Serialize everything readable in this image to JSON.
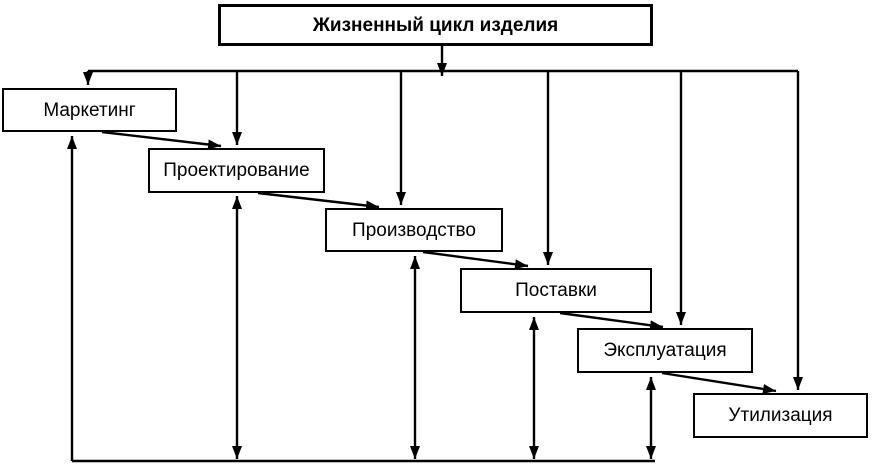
{
  "diagram": {
    "title": "Жизненный цикл изделия",
    "nodes": [
      {
        "id": "marketing",
        "label": "Маркетинг"
      },
      {
        "id": "design",
        "label": "Проектирование"
      },
      {
        "id": "production",
        "label": "Производство"
      },
      {
        "id": "supply",
        "label": "Поставки"
      },
      {
        "id": "operation",
        "label": "Эксплуатация"
      },
      {
        "id": "disposal",
        "label": "Утилизация"
      }
    ],
    "edges": [
      {
        "from": "title",
        "to": "top-bus",
        "type": "arrow"
      },
      {
        "from": "top-bus",
        "to": "marketing",
        "type": "arrow"
      },
      {
        "from": "top-bus",
        "to": "design",
        "type": "arrow"
      },
      {
        "from": "top-bus",
        "to": "production",
        "type": "arrow"
      },
      {
        "from": "top-bus",
        "to": "supply",
        "type": "arrow"
      },
      {
        "from": "top-bus",
        "to": "operation",
        "type": "arrow"
      },
      {
        "from": "top-bus",
        "to": "disposal",
        "type": "arrow"
      },
      {
        "from": "marketing",
        "to": "design",
        "type": "arrow"
      },
      {
        "from": "design",
        "to": "production",
        "type": "arrow"
      },
      {
        "from": "production",
        "to": "supply",
        "type": "arrow"
      },
      {
        "from": "supply",
        "to": "operation",
        "type": "arrow"
      },
      {
        "from": "operation",
        "to": "disposal",
        "type": "arrow"
      },
      {
        "from": "design",
        "to": "bottom-bus",
        "type": "double-arrow"
      },
      {
        "from": "production",
        "to": "bottom-bus",
        "type": "double-arrow"
      },
      {
        "from": "supply",
        "to": "bottom-bus",
        "type": "double-arrow"
      },
      {
        "from": "operation",
        "to": "bottom-bus",
        "type": "double-arrow"
      },
      {
        "from": "bottom-bus",
        "to": "marketing",
        "type": "arrow"
      }
    ],
    "colors": {
      "line": "#000000",
      "box_border": "#000000",
      "box_fill": "#ffffff",
      "background": "#ffffff",
      "text": "#000000"
    }
  }
}
